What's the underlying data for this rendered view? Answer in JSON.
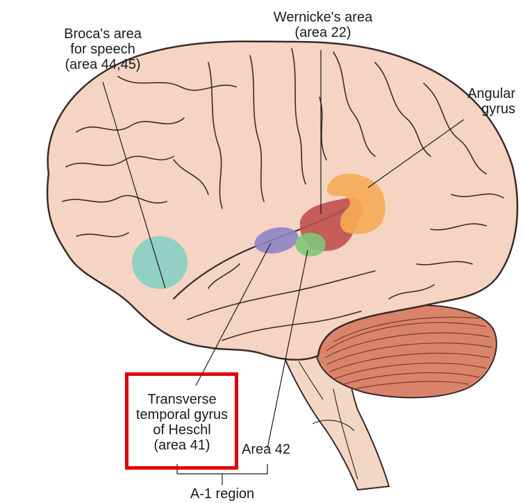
{
  "labels": {
    "broca": [
      "Broca's area",
      "for speech",
      "(area 44,45)"
    ],
    "wernicke": [
      "Wernicke's area",
      "(area 22)"
    ],
    "angular": [
      "Angular",
      "gyrus"
    ],
    "heschl": [
      "Transverse",
      "temporal gyrus",
      "of Heschl",
      "(area 41)"
    ],
    "area42": "Area 42",
    "a1_region": "A-1 region"
  },
  "colors": {
    "brain_fill": "#f5d4c4",
    "brain_outline": "#3a2a26",
    "broca_area": "#7fcfc2",
    "wernicke_area": "#c0504d",
    "angular_gyrus": "#f6ab55",
    "area41": "#8c84c7",
    "area42": "#7fc77a",
    "cerebellum": "#d9846a",
    "highlight_box": "#e00000"
  }
}
